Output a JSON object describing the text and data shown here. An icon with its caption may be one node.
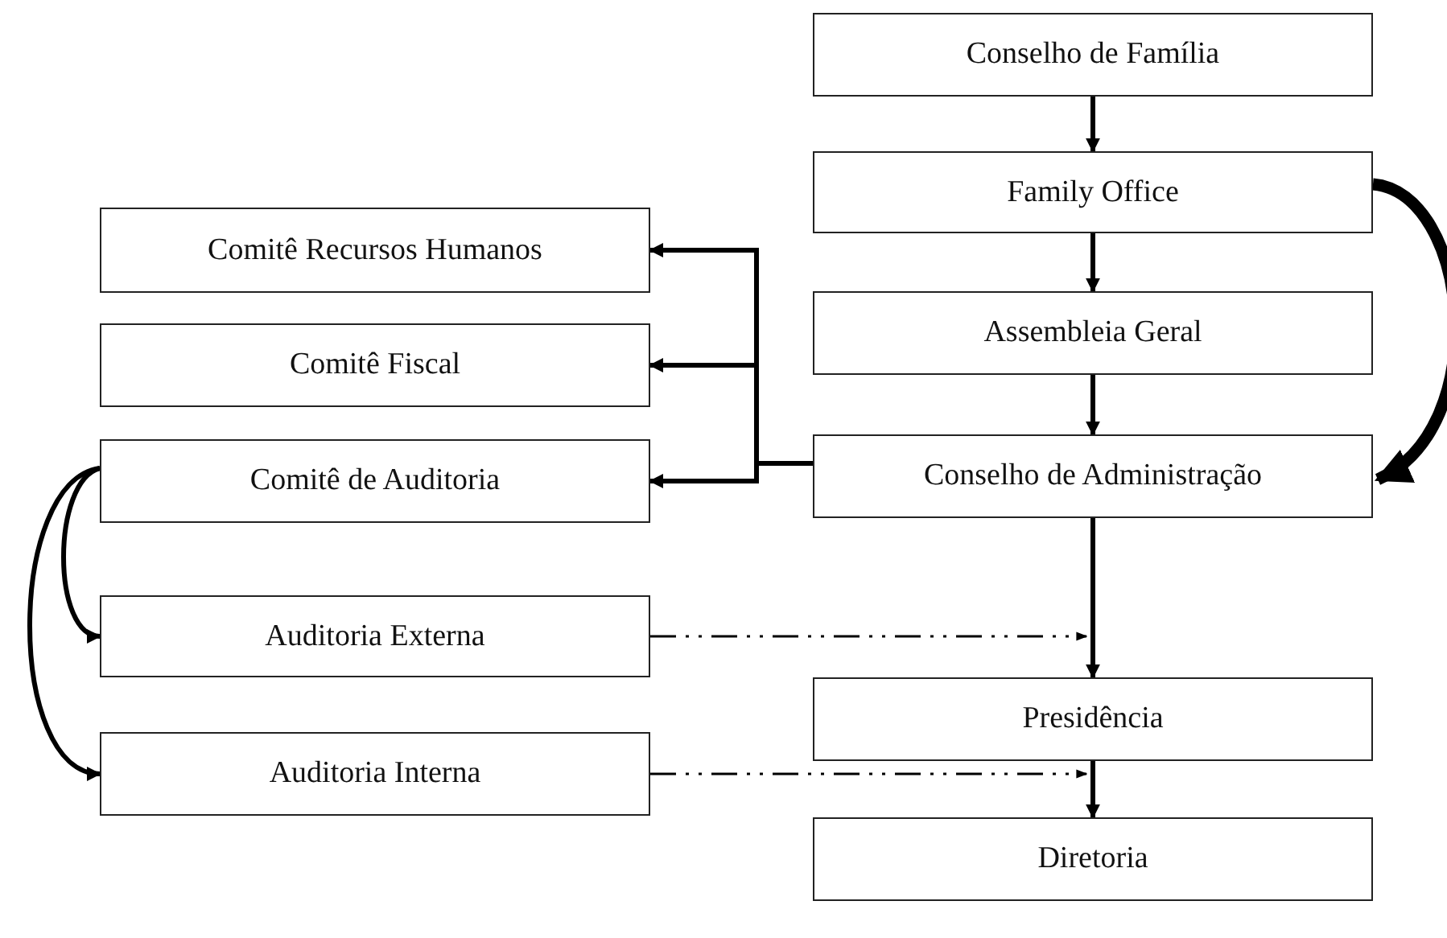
{
  "diagram": {
    "nodes": [
      {
        "text": [
          "Conselho de Família"
        ]
      },
      {
        "text": [
          "Family Office"
        ]
      },
      {
        "text": [
          "Assembleia Geral"
        ]
      },
      {
        "text": [
          "Conselho de Administração"
        ]
      },
      {
        "text": [
          "Comitê Recursos Humanos"
        ]
      },
      {
        "text": [
          "Comitê Fiscal"
        ]
      },
      {
        "text": [
          "Comitê de Auditoria"
        ]
      },
      {
        "text": [
          "Auditoria Externa"
        ]
      },
      {
        "text": [
          "Presidência"
        ]
      },
      {
        "text": [
          "Auditoria Interna"
        ]
      },
      {
        "text": [
          "Diretoria"
        ]
      }
    ],
    "edges": [
      {
        "from": 0,
        "to": 1,
        "arrow": "to"
      },
      {
        "from": 1,
        "to": 2,
        "arrow": "to"
      },
      {
        "from": 2,
        "to": 3,
        "arrow": "to"
      },
      {
        "from": 1,
        "to": 3,
        "arrow": "to",
        "style": "thick"
      },
      {
        "from": 3,
        "to": 4,
        "arrow": "to"
      },
      {
        "from": 3,
        "to": 5,
        "arrow": "to"
      },
      {
        "from": 3,
        "to": 6,
        "arrow": "to"
      },
      {
        "from": 3,
        "to": 8,
        "arrow": "to"
      },
      {
        "from": 8,
        "to": 10,
        "arrow": "to"
      },
      {
        "from": 6,
        "to": 7,
        "arrow": "to"
      },
      {
        "from": 6,
        "to": 9,
        "arrow": "to"
      },
      {
        "from": 7,
        "to": 8,
        "arrow": "to",
        "style": "dashed"
      },
      {
        "from": 9,
        "to": 8,
        "arrow": "to",
        "style": "dashed"
      }
    ]
  }
}
